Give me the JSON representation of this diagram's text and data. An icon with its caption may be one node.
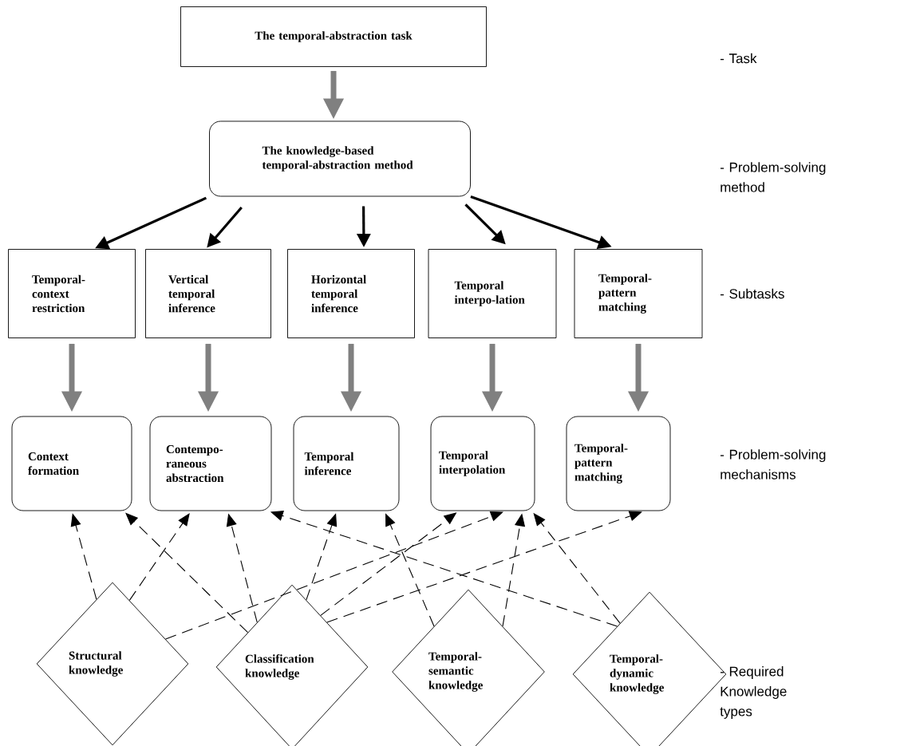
{
  "diagram": {
    "nodes": [
      {
        "text": [
          "The temporal-abstraction task"
        ]
      },
      {
        "text": [
          "The knowledge-based temporal-abstraction method"
        ]
      },
      {
        "text": [
          "Temporal-context restriction"
        ]
      },
      {
        "text": [
          "Vertical temporal inference"
        ]
      },
      {
        "text": [
          "Horizontal temporal inference"
        ]
      },
      {
        "text": [
          "Temporal interpo-lation"
        ]
      },
      {
        "text": [
          "Temporal-pattern matching"
        ]
      },
      {
        "text": [
          "Context formation"
        ]
      },
      {
        "text": [
          "Contempo-raneous abstraction"
        ]
      },
      {
        "text": [
          "Temporal inference"
        ]
      },
      {
        "text": [
          "Temporal interpolation"
        ]
      },
      {
        "text": [
          "Temporal-pattern matching"
        ]
      },
      {
        "text": [
          "Structural knowledge"
        ]
      },
      {
        "text": [
          "Classification knowledge"
        ]
      },
      {
        "text": [
          "Temporal-semantic knowledge"
        ]
      },
      {
        "text": [
          "Temporal-dynamic knowledge"
        ]
      }
    ],
    "edges": [
      {
        "from": 0,
        "to": 1,
        "arrow": "to",
        "style": "thick",
        "color": "#808080"
      },
      {
        "from": 1,
        "to": 2,
        "arrow": "to",
        "style": "thick"
      },
      {
        "from": 1,
        "to": 3,
        "arrow": "to",
        "style": "thick"
      },
      {
        "from": 1,
        "to": 4,
        "arrow": "to",
        "style": "thick"
      },
      {
        "from": 1,
        "to": 5,
        "arrow": "to",
        "style": "thick"
      },
      {
        "from": 1,
        "to": 6,
        "arrow": "to",
        "style": "thick"
      },
      {
        "from": 2,
        "to": 7,
        "arrow": "to",
        "style": "thick",
        "color": "#808080"
      },
      {
        "from": 3,
        "to": 8,
        "arrow": "to",
        "style": "thick",
        "color": "#808080"
      },
      {
        "from": 4,
        "to": 9,
        "arrow": "to",
        "style": "thick",
        "color": "#808080"
      },
      {
        "from": 5,
        "to": 10,
        "arrow": "to",
        "style": "thick",
        "color": "#808080"
      },
      {
        "from": 6,
        "to": 11,
        "arrow": "to",
        "style": "thick",
        "color": "#808080"
      },
      {
        "from": 12,
        "to": 7,
        "arrow": "to",
        "style": "dashed"
      },
      {
        "from": 12,
        "to": 8,
        "arrow": "to",
        "style": "dashed"
      },
      {
        "from": 12,
        "to": 10,
        "arrow": "to",
        "style": "dashed"
      },
      {
        "from": 13,
        "to": 7,
        "arrow": "to",
        "style": "dashed"
      },
      {
        "from": 13,
        "to": 8,
        "arrow": "to",
        "style": "dashed"
      },
      {
        "from": 13,
        "to": 9,
        "arrow": "to",
        "style": "dashed"
      },
      {
        "from": 13,
        "to": 10,
        "arrow": "to",
        "style": "dashed"
      },
      {
        "from": 13,
        "to": 11,
        "arrow": "to",
        "style": "dashed"
      },
      {
        "from": 14,
        "to": 9,
        "arrow": "to",
        "style": "dashed"
      },
      {
        "from": 14,
        "to": 10,
        "arrow": "to",
        "style": "dashed"
      },
      {
        "from": 15,
        "to": 8,
        "arrow": "to",
        "style": "dashed"
      },
      {
        "from": 15,
        "to": 10,
        "arrow": "to",
        "style": "dashed"
      }
    ],
    "labels": [
      "- Task",
      "- Problem-solving method",
      "- Subtasks",
      "- Problem-solving mechanisms",
      "- Required Knowledge types"
    ]
  }
}
